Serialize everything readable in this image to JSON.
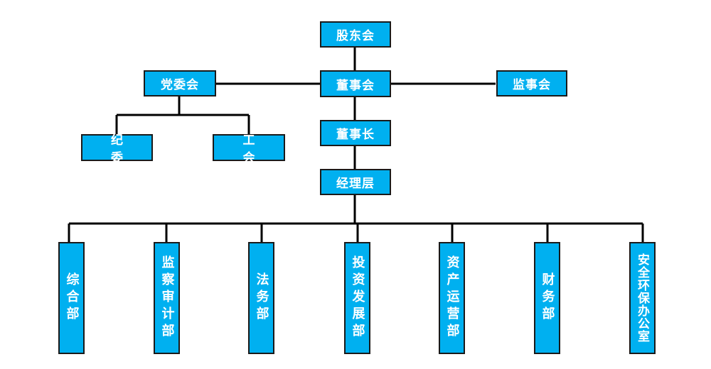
{
  "org": {
    "shareholders": "股东会",
    "board": "董事会",
    "supervisors": "监事会",
    "party_committee": "党委会",
    "discipline": "纪委",
    "union": "工会",
    "chairman": "董事长",
    "management": "经理层",
    "departments": [
      "综合部",
      "监察审计部",
      "法务部",
      "投资发展部",
      "资产运营部",
      "财务部",
      "安全环保办公室"
    ]
  },
  "colors": {
    "box_fill": "#00b0f0",
    "box_border": "#1a1a1a",
    "line": "#000000",
    "text": "#ffffff"
  }
}
